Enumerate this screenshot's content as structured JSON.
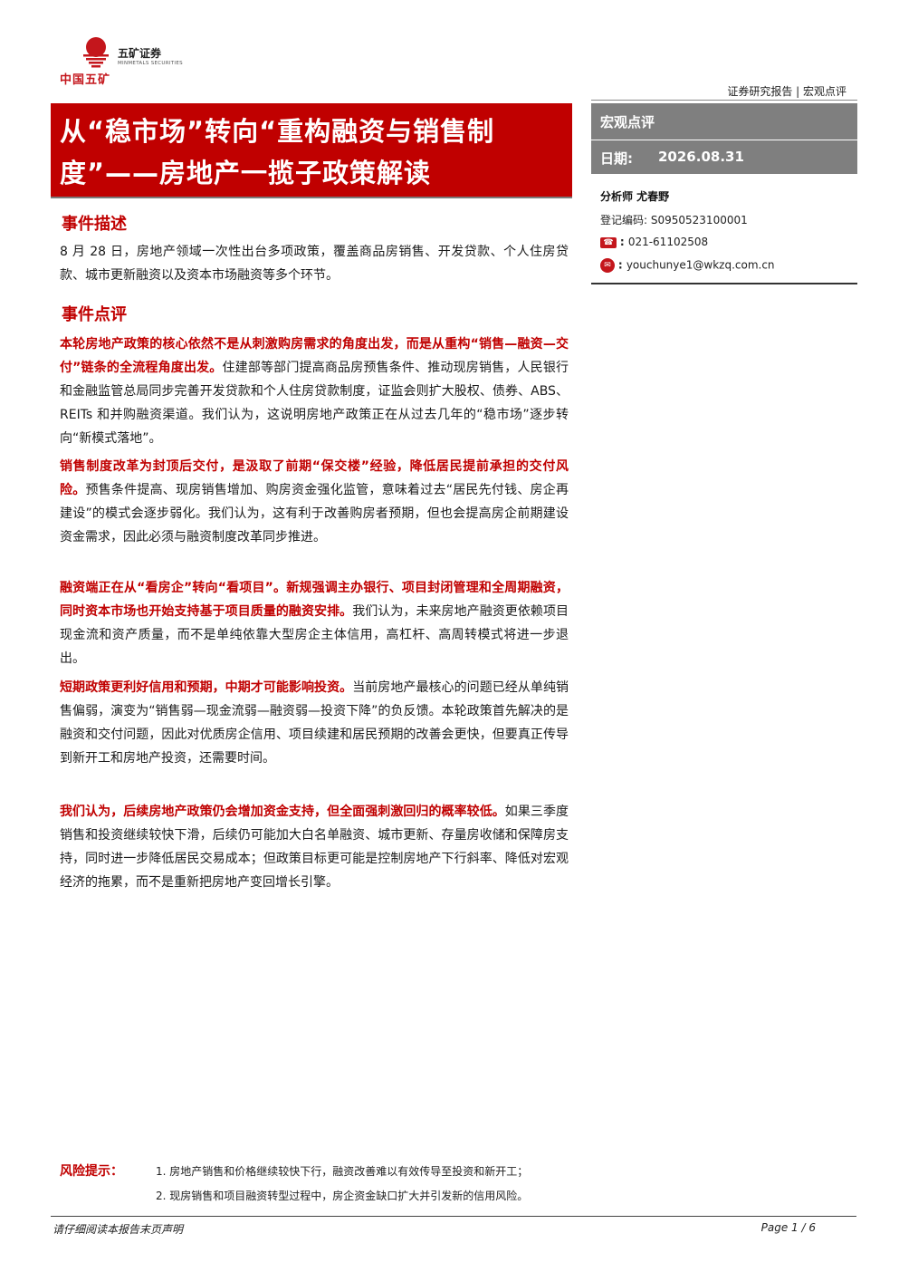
{
  "logo": {
    "cn_name": "中国五矿",
    "sec_name": "五矿证券",
    "en_name": "MINMETALS SECURITIES"
  },
  "breadcrumb": "证券研究报告 | 宏观点评",
  "title": "从“稳市场”转向“重构融资与销售制度”——房地产一揽子政策解读",
  "side": {
    "tag": "宏观点评",
    "date_label": "日期:",
    "date_value": "2026.08.31",
    "analyst": "分析师  尤春野",
    "reg_label": "登记编码:",
    "reg_value": "S0950523100001",
    "phone": "021-61102508",
    "email": "youchunye1@wkzq.com.cn"
  },
  "sections": {
    "desc_heading": "事件描述",
    "desc_text": "8 月 28 日，房地产领域一次性出台多项政策，覆盖商品房销售、开发贷款、个人住房贷款、城市更新融资以及资本市场融资等多个环节。",
    "comment_heading": "事件点评"
  },
  "paragraphs": [
    {
      "bold": "本轮房地产政策的核心依然不是从刺激购房需求的角度出发，而是从重构“销售—融资—交付”链条的全流程角度出发。",
      "text": "住建部等部门提高商品房预售条件、推动现房销售，人民银行和金融监管总局同步完善开发贷款和个人住房贷款制度，证监会则扩大股权、债券、ABS、REITs 和并购融资渠道。我们认为，这说明房地产政策正在从过去几年的“稳市场”逐步转向“新模式落地”。"
    },
    {
      "bold": "销售制度改革为封顶后交付，是汲取了前期“保交楼”经验，降低居民提前承担的交付风险。",
      "text": "预售条件提高、现房销售增加、购房资金强化监管，意味着过去“居民先付钱、房企再建设”的模式会逐步弱化。我们认为，这有利于改善购房者预期，但也会提高房企前期建设资金需求，因此必须与融资制度改革同步推进。"
    },
    {
      "bold": "融资端正在从“看房企”转向“看项目”。新规强调主办银行、项目封闭管理和全周期融资，同时资本市场也开始支持基于项目质量的融资安排。",
      "text": "我们认为，未来房地产融资更依赖项目现金流和资产质量，而不是单纯依靠大型房企主体信用，高杠杆、高周转模式将进一步退出。"
    },
    {
      "bold": "短期政策更利好信用和预期，中期才可能影响投资。",
      "text": "当前房地产最核心的问题已经从单纯销售偏弱，演变为“销售弱—现金流弱—融资弱—投资下降”的负反馈。本轮政策首先解决的是融资和交付问题，因此对优质房企信用、项目续建和居民预期的改善会更快，但要真正传导到新开工和房地产投资，还需要时间。"
    },
    {
      "bold": "我们认为，后续房地产政策仍会增加资金支持，但全面强刺激回归的概率较低。",
      "text": "如果三季度销售和投资继续较快下滑，后续仍可能加大白名单融资、城市更新、存量房收储和保障房支持，同时进一步降低居民交易成本；但政策目标更可能是控制房地产下行斜率、降低对宏观经济的拖累，而不是重新把房地产变回增长引擎。"
    }
  ],
  "risk": {
    "label": "风险提示：",
    "items": [
      "1.  房地产销售和价格继续较快下行，融资改善难以有效传导至投资和新开工；",
      "2.  现房销售和项目融资转型过程中，房企资金缺口扩大并引发新的信用风险。"
    ]
  },
  "footer": {
    "disclaimer": "请仔细阅读本报告末页声明",
    "page": "Page 1 / 6"
  }
}
